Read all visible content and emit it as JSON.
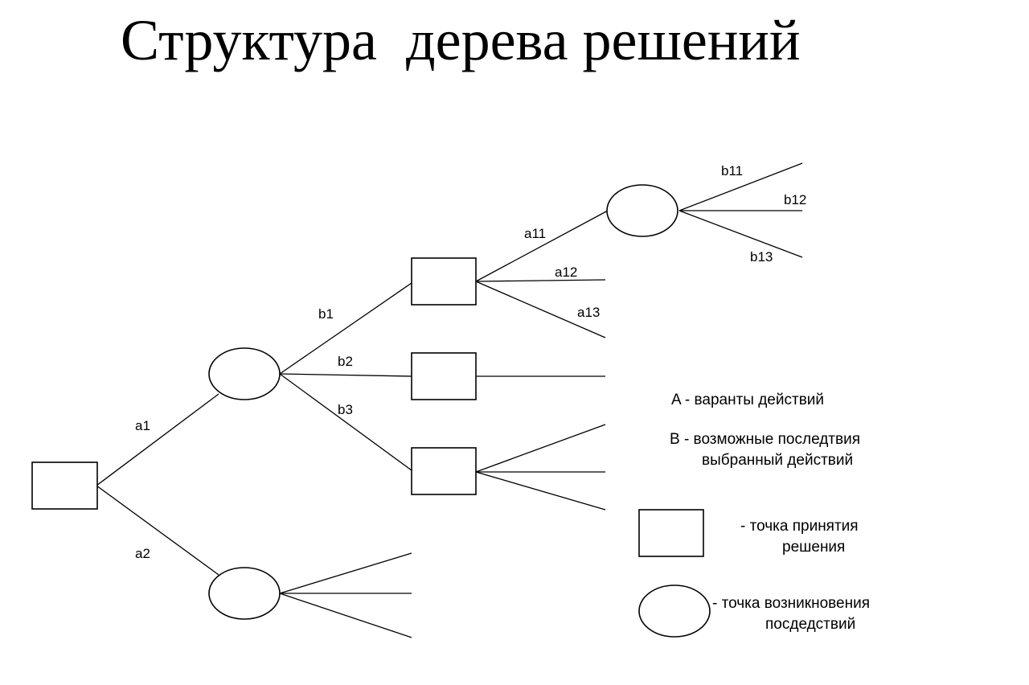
{
  "title": "Структура  дерева решений",
  "edge_labels": {
    "a1": "a1",
    "a2": "a2",
    "b1": "b1",
    "b2": "b2",
    "b3": "b3",
    "a11": "a11",
    "a12": "a12",
    "a13": "a13",
    "b11": "b11",
    "b12": "b12",
    "b13": "b13"
  },
  "legend": {
    "a_line": "A - варанты действий",
    "b_line1": "B - возможные последтвия",
    "b_line2": "выбранный действий",
    "square_line1": "- точка принятия",
    "square_line2": "решения",
    "circle_line1": "- точка возникновения",
    "circle_line2": "посдедствий"
  }
}
